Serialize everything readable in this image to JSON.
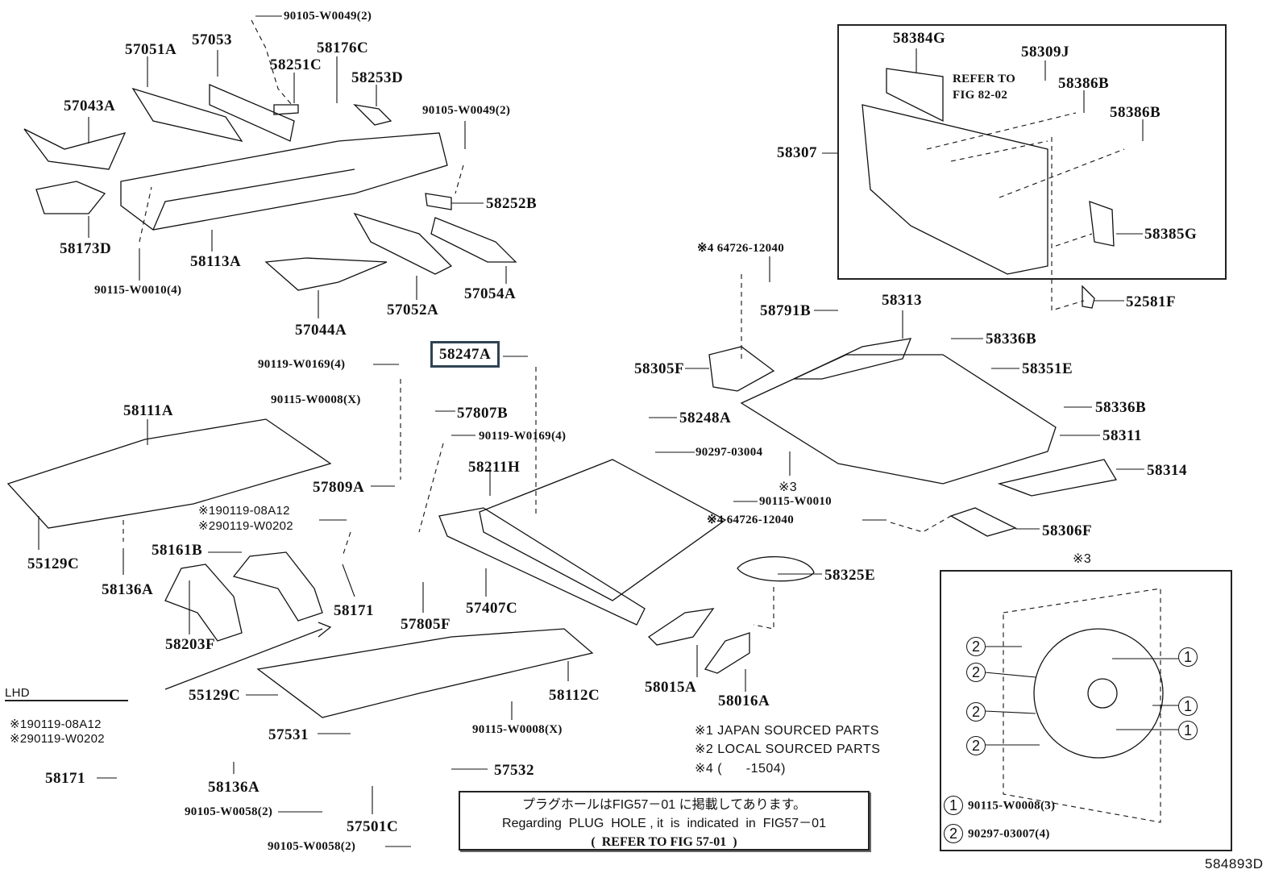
{
  "diagram": {
    "figure_id": "584893D",
    "labels": {
      "p90105_W0049_top": "90105-W0049(2)",
      "p57051A": "57051A",
      "p57053": "57053",
      "p58251C": "58251C",
      "p58176C": "58176C",
      "p58253D": "58253D",
      "p57043A": "57043A",
      "p90105_W0049_right": "90105-W0049(2)",
      "p58252B": "58252B",
      "p58173D": "58173D",
      "p58113A": "58113A",
      "p90115_W0010_4": "90115-W0010(4)",
      "p57054A": "57054A",
      "p57052A": "57052A",
      "p57044A": "57044A",
      "p58247A": "58247A",
      "p90119_W0169_a": "90119-W0169(4)",
      "p90115_W0008_X_a": "90115-W0008(X)",
      "p57807B": "57807B",
      "p90119_W0169_b": "90119-W0169(4)",
      "p58111A": "58111A",
      "p58211H": "58211H",
      "p57809A": "57809A",
      "p190119_08A12": "※190119-08A12",
      "p290119_W0202": "※290119-W0202",
      "p58161B": "58161B",
      "p55129C_a": "55129C",
      "p58136A_a": "58136A",
      "p58171_a": "58171",
      "p57805F": "57805F",
      "p57407C": "57407C",
      "p58203F": "58203F",
      "p55129C_b": "55129C",
      "p58112C": "58112C",
      "p90115_W0008_X_b": "90115-W0008(X)",
      "p57531": "57531",
      "p57532": "57532",
      "p58136A_b": "58136A",
      "p58171_b": "58171",
      "p90105_W0058_a": "90105-W0058(2)",
      "p57501C": "57501C",
      "p90105_W0058_b": "90105-W0058(2)",
      "lhd": "LHD",
      "lhd_190119_08A12": "※190119-08A12",
      "lhd_290119_W0202": "※290119-W0202",
      "p58248A": "58248A",
      "p90297_03004": "90297-03004",
      "ref3": "※3",
      "p90115_W0010": "90115-W0010",
      "p64726_12040_b": "※4 64726-12040",
      "p64726_12040_a": "※4 64726-12040",
      "p58305F": "58305F",
      "p58791B": "58791B",
      "p58313": "58313",
      "p58336B_a": "58336B",
      "p58351E": "58351E",
      "p58336B_b": "58336B",
      "p58311": "58311",
      "p58314": "58314",
      "p58306F": "58306F",
      "p58325E": "58325E",
      "p58015A": "58015A",
      "p58016A": "58016A",
      "p58384G": "58384G",
      "p58309J": "58309J",
      "refer_to_line1": "REFER TO",
      "refer_to_line2": "FIG 82-02",
      "p58386B_a": "58386B",
      "p58386B_b": "58386B",
      "p58307": "58307",
      "p58385G": "58385G",
      "p52581F": "52581F"
    },
    "highlighted_part": "58247A",
    "notes": [
      "※1 JAPAN SOURCED PARTS",
      "※2 LOCAL SOURCED PARTS",
      "※4 (      -1504)"
    ],
    "plug_hole_note": {
      "line_jp": "プラグホールはFIG57－01 に掲載してあります。",
      "line_en": "Regarding  PLUG  HOLE , it  is  indicated  in  FIG57－01",
      "line_ref": "(  REFER TO FIG 57-01  )"
    },
    "inset_3": {
      "title": "※3",
      "callout_1": "1",
      "callout_2": "2",
      "legend": [
        {
          "num": "1",
          "part": "90115-W0008(3)"
        },
        {
          "num": "2",
          "part": "90297-03007(4)"
        }
      ]
    }
  }
}
